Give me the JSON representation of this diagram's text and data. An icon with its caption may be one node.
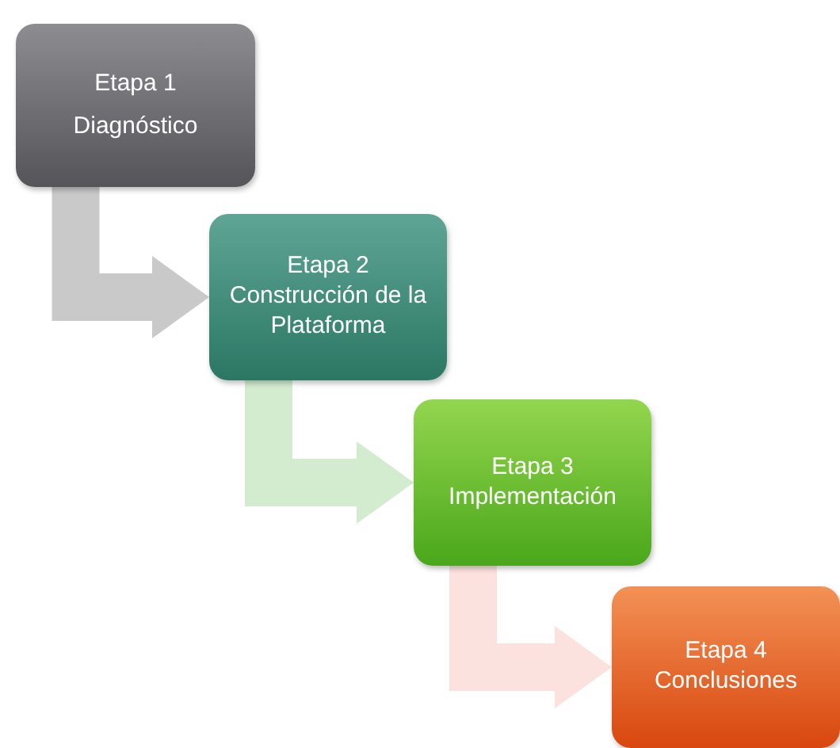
{
  "diagram": {
    "nodes": [
      {
        "text": [
          "Etapa 1",
          "Diagnóstico"
        ]
      },
      {
        "text": [
          "Etapa 2 Construcción de la Plataforma"
        ]
      },
      {
        "text": [
          "Etapa 3 Implementación"
        ]
      },
      {
        "text": [
          "Etapa 4 Conclusiones"
        ]
      }
    ],
    "edges": [
      {
        "from": 0,
        "to": 1,
        "arrow": "to",
        "color": "#c9c9c9"
      },
      {
        "from": 1,
        "to": 2,
        "arrow": "to",
        "color": "#d3ecd0"
      },
      {
        "from": 2,
        "to": 3,
        "arrow": "to",
        "color": "#fbe2df"
      }
    ]
  }
}
